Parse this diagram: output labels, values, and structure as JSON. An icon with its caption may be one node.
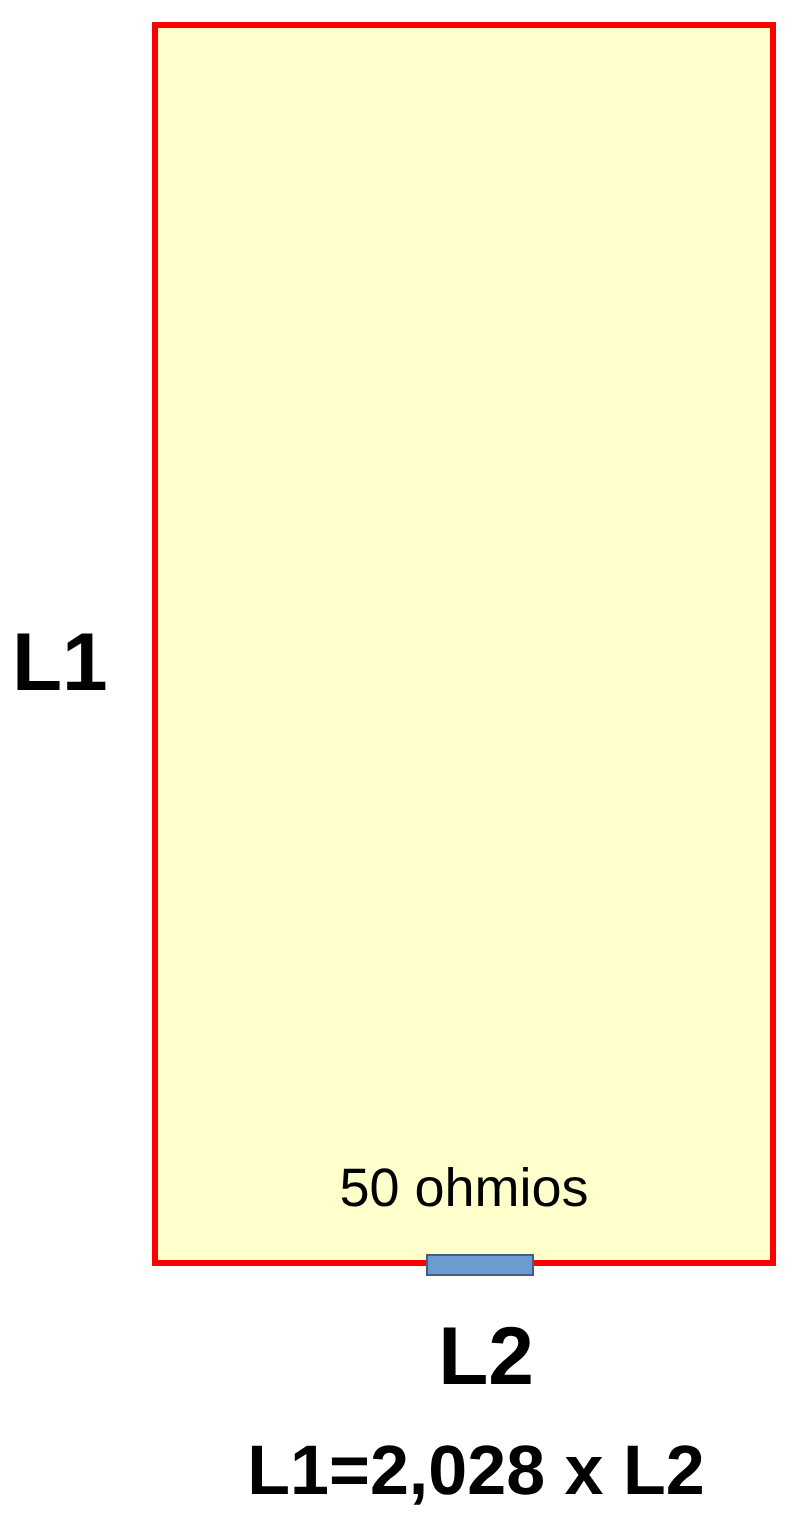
{
  "diagram": {
    "caption": "L1=2,028 x L2",
    "nodes": [
      {
        "text": [
          "50 ohmios"
        ]
      }
    ],
    "labels": [
      "L1",
      "L2"
    ]
  }
}
